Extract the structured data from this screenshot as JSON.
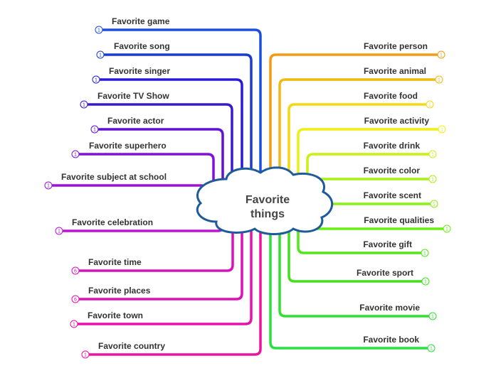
{
  "center": {
    "line1": "Favorite",
    "line2": "things",
    "border_color": "#1f5a9a",
    "fill": "#ffffff"
  },
  "left_branches": [
    {
      "label": "Favorite game",
      "color": "#1a4fe0",
      "marker": "1"
    },
    {
      "label": "Favorite song",
      "color": "#1a3ad8",
      "marker": "1"
    },
    {
      "label": "Favorite singer",
      "color": "#2a1ad8",
      "marker": "1"
    },
    {
      "label": "Favorite TV Show",
      "color": "#3a18d0",
      "marker": "1"
    },
    {
      "label": "Favorite actor",
      "color": "#6010d8",
      "marker": "1"
    },
    {
      "label": "Favorite superhero",
      "color": "#8010d8",
      "marker": "1"
    },
    {
      "label": "Favorite subject at school",
      "color": "#a010d8",
      "marker": "1"
    },
    {
      "label": "Favorite celebration",
      "color": "#c010d8",
      "marker": "1"
    },
    {
      "label": "Favorite time",
      "color": "#d810c0",
      "marker": "6"
    },
    {
      "label": "Favorite places",
      "color": "#e010b8",
      "marker": "6"
    },
    {
      "label": "Favorite town",
      "color": "#e810b0",
      "marker": "1"
    },
    {
      "label": "Favorite country",
      "color": "#f010a0",
      "marker": "1"
    }
  ],
  "right_branches": [
    {
      "label": "Favorite person",
      "color": "#f59a10",
      "marker": "1"
    },
    {
      "label": "Favorite animal",
      "color": "#f5b810",
      "marker": "1"
    },
    {
      "label": "Favorite food",
      "color": "#f5d810",
      "marker": "1"
    },
    {
      "label": "Favorite activity",
      "color": "#eef010",
      "marker": "1"
    },
    {
      "label": "Favorite drink",
      "color": "#c8f010",
      "marker": "1"
    },
    {
      "label": "Favorite color",
      "color": "#a8f010",
      "marker": "1"
    },
    {
      "label": "Favorite scent",
      "color": "#88f010",
      "marker": "1"
    },
    {
      "label": "Favorite qualities",
      "color": "#68f010",
      "marker": "1"
    },
    {
      "label": "Favorite gift",
      "color": "#50e818",
      "marker": "1"
    },
    {
      "label": "Favorite sport",
      "color": "#40e020",
      "marker": "1"
    },
    {
      "label": "Favorite movie",
      "color": "#30e030",
      "marker": "1"
    },
    {
      "label": "Favorite book",
      "color": "#28e040",
      "marker": "1"
    }
  ]
}
